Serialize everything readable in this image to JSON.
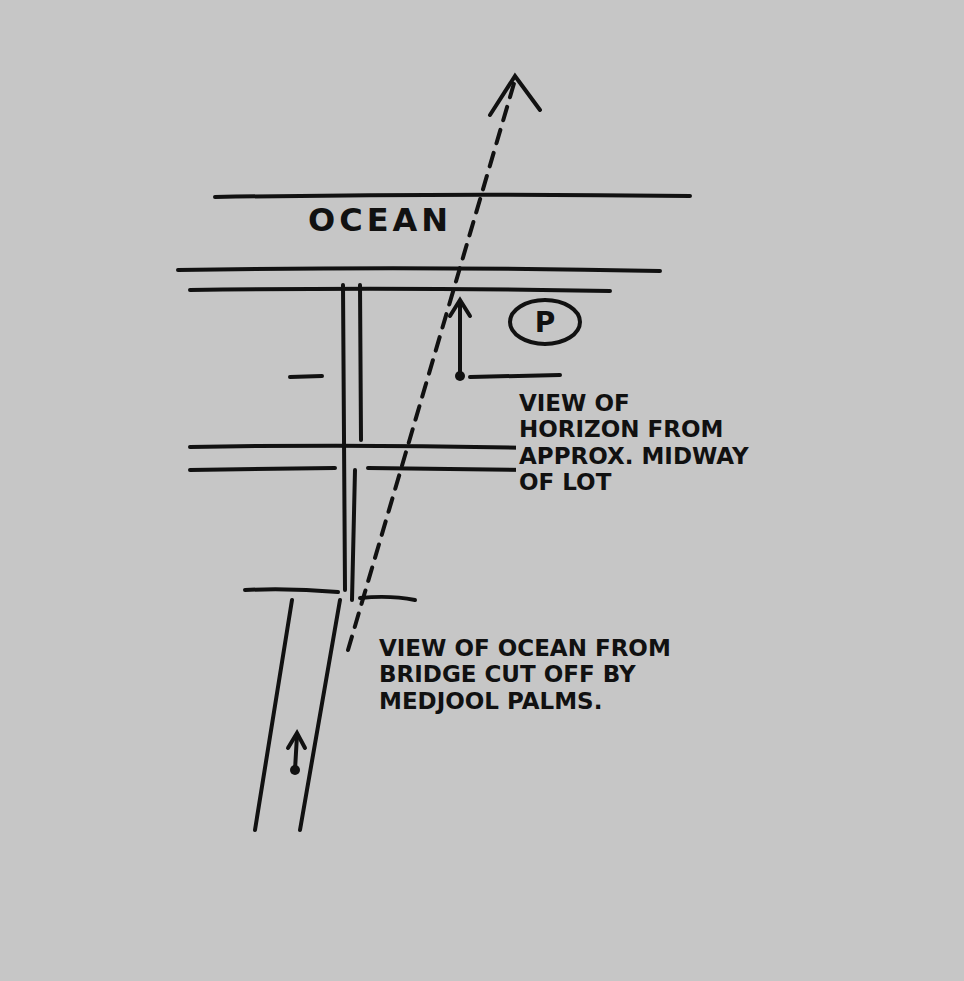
{
  "diagram": {
    "nodes": [
      {
        "text": [
          "P"
        ]
      }
    ],
    "labels": [
      "OCEAN",
      "VIEW OF HORIZON FROM APPROX. MIDWAY OF LOT",
      "VIEW OF OCEAN FROM BRIDGE CUT OFF BY MEDJOOL PALMS."
    ]
  }
}
